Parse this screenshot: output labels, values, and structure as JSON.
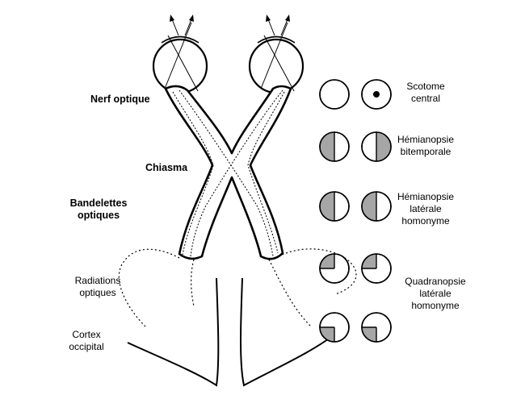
{
  "anatomy_labels": {
    "nerf_optique": "Nerf optique",
    "chiasma": "Chiasma",
    "bandelettes": [
      "Bandelettes",
      "optiques"
    ],
    "radiations": [
      "Radiations",
      "optiques"
    ],
    "cortex": [
      "Cortex",
      "occipital"
    ]
  },
  "visual_field_defects": [
    {
      "lines": [
        "Scotome",
        "central"
      ],
      "left_field": "normal",
      "right_field": "central-scotoma"
    },
    {
      "lines": [
        "Hémianopsie",
        "bitemporale"
      ],
      "left_field": "left-half",
      "right_field": "right-half"
    },
    {
      "lines": [
        "Hémianopsie",
        "latérale",
        "homonyme"
      ],
      "left_field": "left-half",
      "right_field": "left-half"
    },
    {
      "lines": [
        "Quadranopsie",
        "latérale",
        "homonyme"
      ],
      "left_field": "upper-left-quadrant",
      "right_field": "upper-left-quadrant"
    },
    {
      "lines": [],
      "left_field": "lower-left-quadrant",
      "right_field": "lower-left-quadrant"
    }
  ],
  "colors": {
    "defect_fill": "#a6a6a6",
    "stroke": "#000000"
  }
}
